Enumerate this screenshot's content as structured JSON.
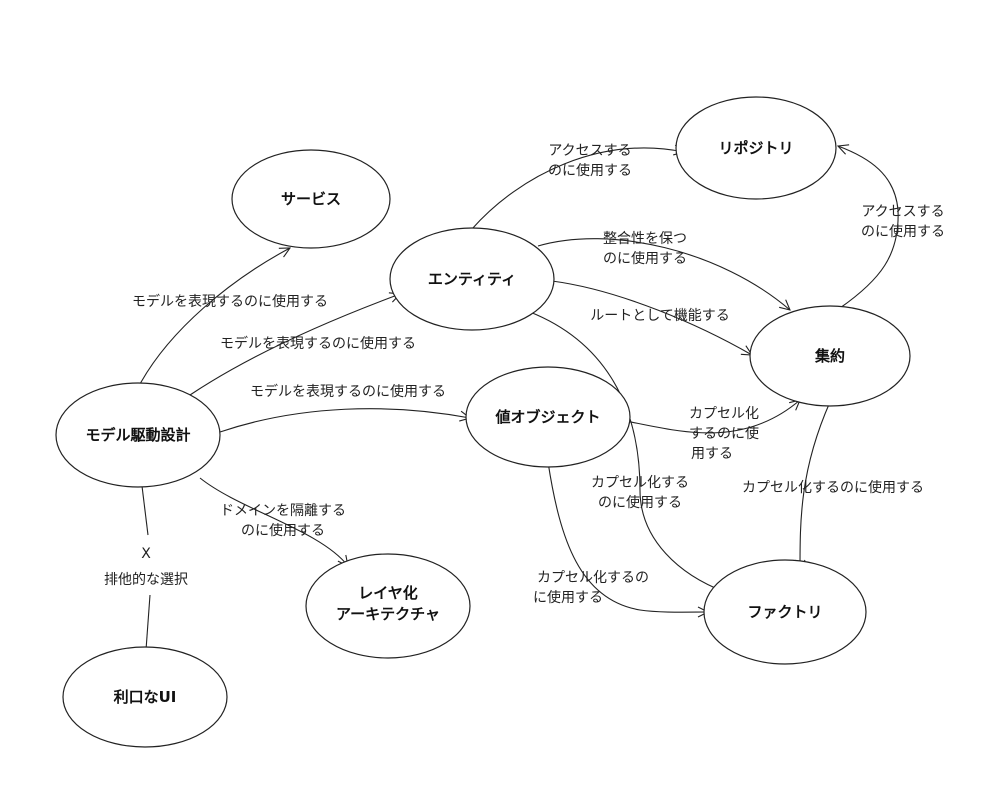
{
  "nodes": {
    "model_driven_design": "モデル駆動設計",
    "service": "サービス",
    "entity": "エンティティ",
    "repository": "リポジトリ",
    "value_object": "値オブジェクト",
    "aggregate": "集約",
    "layered_architecture": [
      "レイヤ化",
      "アーキテクチャ"
    ],
    "factory": "ファクトリ",
    "smart_ui": "利口なUI"
  },
  "edges": {
    "mdd_service": "モデルを表現するのに使用する",
    "mdd_entity": "モデルを表現するのに使用する",
    "mdd_value_object": "モデルを表現するのに使用する",
    "mdd_layered": [
      "ドメインを隔離する",
      "のに使用する"
    ],
    "mdd_smart_ui_mark": "X",
    "mdd_smart_ui": "排他的な選択",
    "entity_repository": [
      "アクセスする",
      "のに使用する"
    ],
    "entity_aggregate_consistency": [
      "整合性を保つ",
      "のに使用する"
    ],
    "entity_aggregate_root": "ルートとして機能する",
    "entity_factory": [
      "カプセル化する",
      "のに使用する"
    ],
    "aggregate_repository": [
      "アクセスする",
      "のに使用する"
    ],
    "value_object_aggregate": [
      "カプセル化",
      "するのに使",
      "用する"
    ],
    "aggregate_factory": "カプセル化するのに使用する",
    "value_object_factory": [
      "カプセル化するの",
      "に使用する"
    ]
  }
}
